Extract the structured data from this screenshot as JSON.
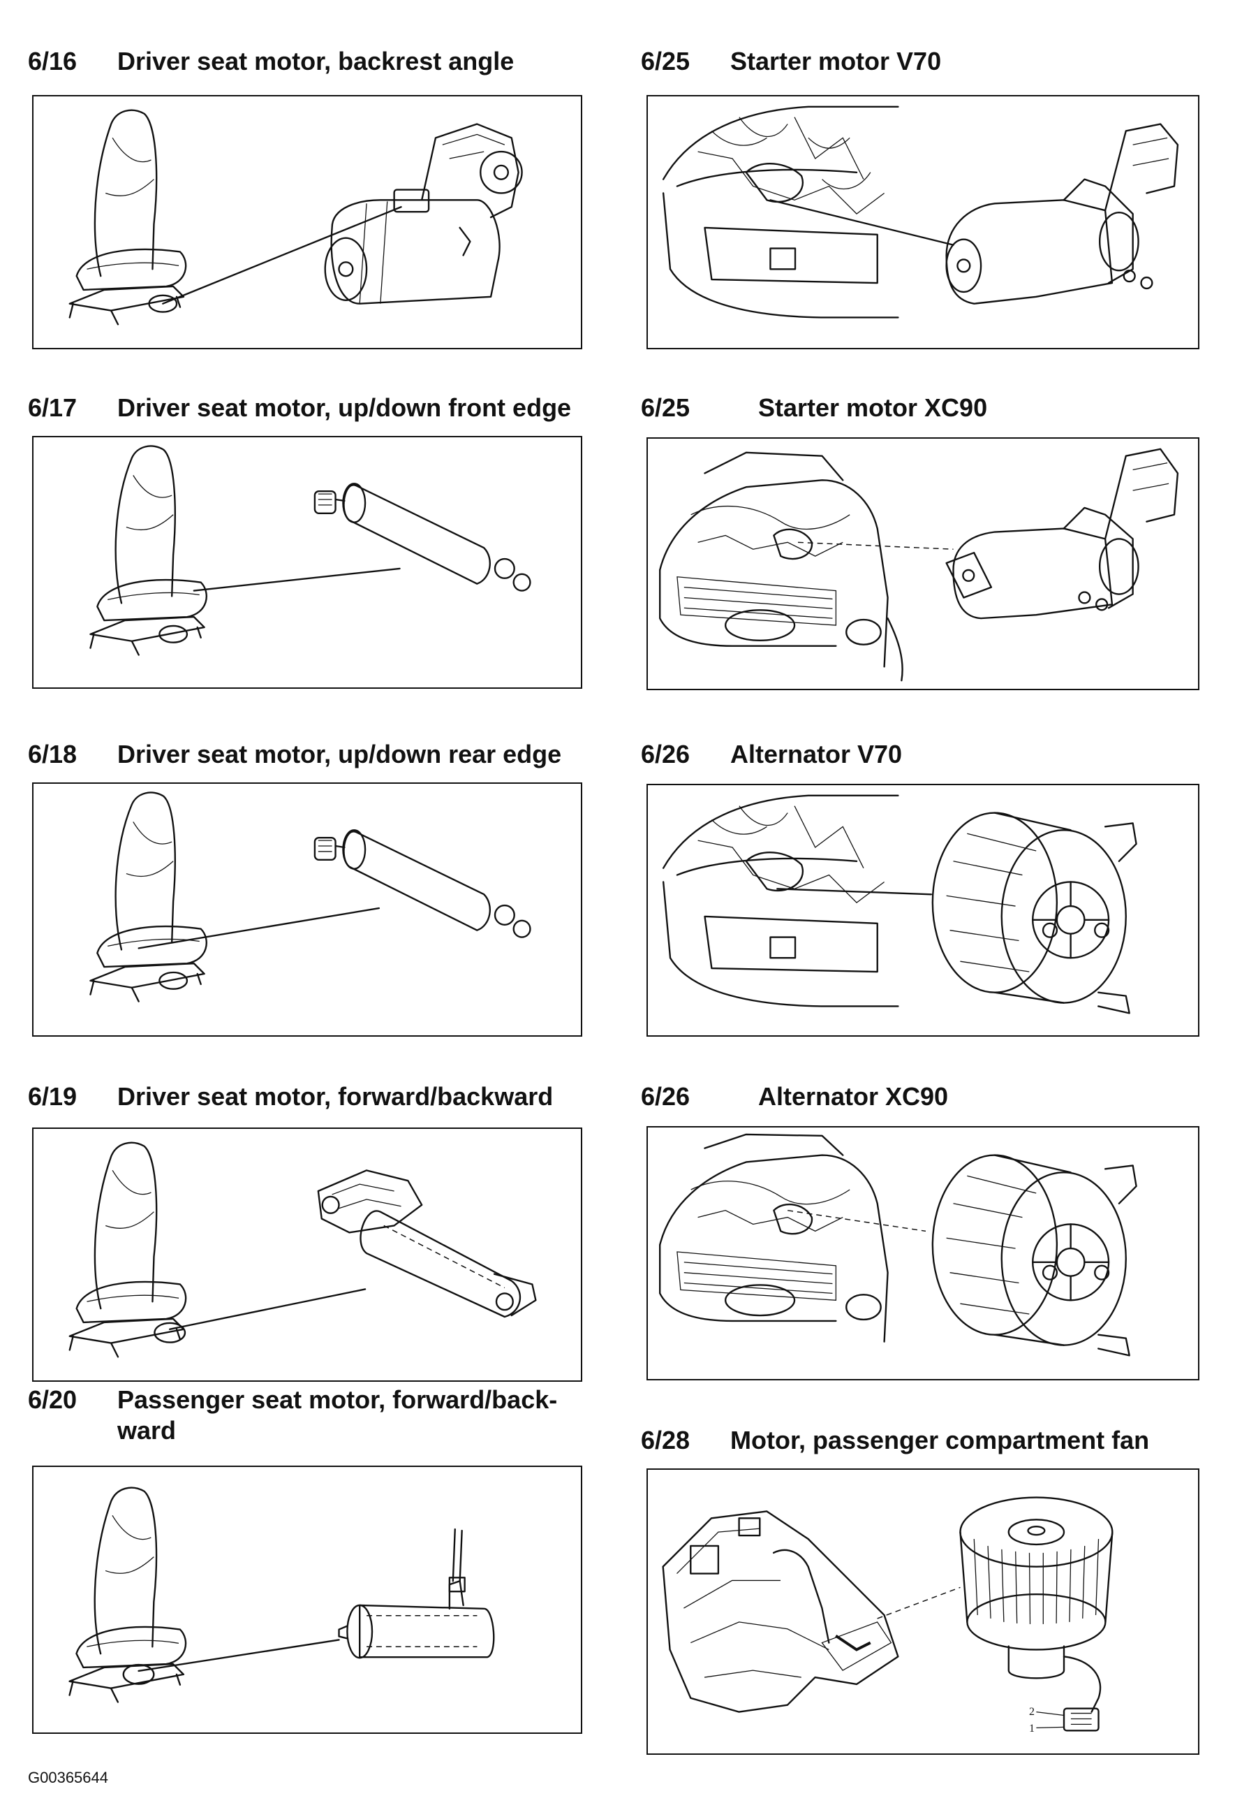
{
  "entries": [
    {
      "num": "6/16",
      "title": "Driver seat motor, backrest angle",
      "illustration": "seat-motor-backrest"
    },
    {
      "num": "6/17",
      "title": "Driver seat motor, up/down front edge",
      "illustration": "seat-motor-cylinder"
    },
    {
      "num": "6/18",
      "title": "Driver seat motor, up/down rear edge",
      "illustration": "seat-motor-cylinder"
    },
    {
      "num": "6/19",
      "title": "Driver seat motor, forward/backward",
      "illustration": "seat-motor-gearbox"
    },
    {
      "num": "6/20",
      "title_line1": "Passenger seat motor, forward/back-",
      "title_line2": "ward",
      "illustration": "seat-motor-wired"
    },
    {
      "num": "6/25",
      "title": "Starter motor V70",
      "illustration": "engine-bay-starter"
    },
    {
      "num": "6/25",
      "title": "Starter motor XC90",
      "illustration": "suv-starter"
    },
    {
      "num": "6/26",
      "title": "Alternator V70",
      "illustration": "engine-bay-alternator"
    },
    {
      "num": "6/26",
      "title": "Alternator XC90",
      "illustration": "suv-alternator"
    },
    {
      "num": "6/28",
      "title": "Motor, passenger compartment fan",
      "illustration": "fan-motor",
      "callouts": [
        "2",
        "1"
      ]
    }
  ],
  "footer_code": "G00365644"
}
